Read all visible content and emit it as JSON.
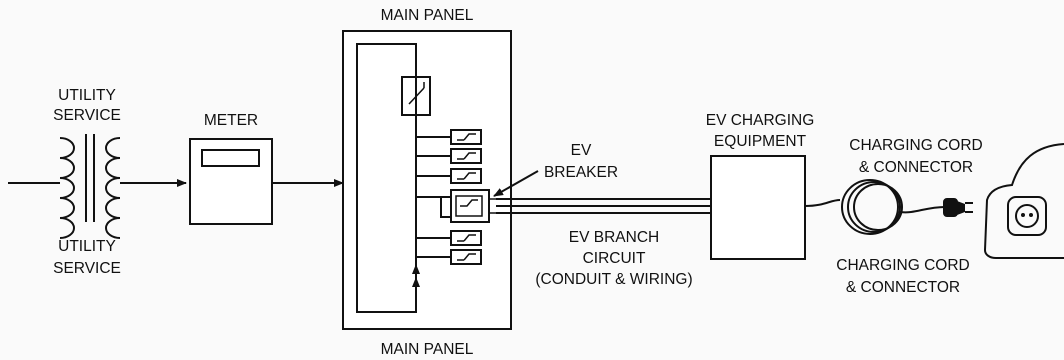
{
  "labels": {
    "utility_service_top": [
      "UTILITY",
      "SERVICE"
    ],
    "utility_service_bottom": [
      "UTILITY",
      "SERVICE"
    ],
    "meter": "METER",
    "main_panel_top": "MAIN PANEL",
    "main_panel_bottom": "MAIN PANEL",
    "ev_breaker": [
      "EV",
      "BREAKER"
    ],
    "ev_branch_circuit": [
      "EV BRANCH",
      "CIRCUIT",
      "(CONDUIT & WIRING)"
    ],
    "ev_charging_equipment": [
      "EV CHARGING",
      "EQUIPMENT"
    ],
    "charging_cord_top": [
      "CHARGING CORD",
      "& CONNECTOR"
    ],
    "charging_cord_bottom": [
      "CHARGING CORD",
      "& CONNECTOR"
    ]
  },
  "icons": {
    "transformer": "transformer-icon",
    "meter": "meter-icon",
    "breaker": "breaker-icon",
    "coil": "coiled-cord-icon",
    "plug": "plug-icon",
    "vehicle": "vehicle-icon",
    "arrow": "arrow-icon"
  }
}
